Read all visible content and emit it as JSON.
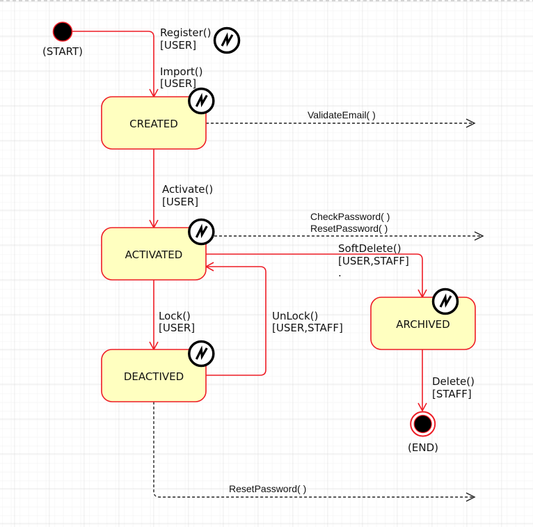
{
  "diagram": {
    "kind": "UML state machine",
    "start": {
      "label": "(START)"
    },
    "end": {
      "label": "(END)"
    },
    "states": {
      "created": {
        "label": "CREATED"
      },
      "activated": {
        "label": "ACTIVATED"
      },
      "deactived": {
        "label": "DEACTIVED"
      },
      "archived": {
        "label": "ARCHIVED"
      }
    },
    "transitions": {
      "register": {
        "from": "start",
        "to": "created",
        "event": "Register()",
        "guard": "[USER]"
      },
      "import": {
        "from": "start",
        "to": "created",
        "event": "Import()",
        "guard": "[USER]"
      },
      "activate": {
        "from": "created",
        "to": "activated",
        "event": "Activate()",
        "guard": "[USER]"
      },
      "lock": {
        "from": "activated",
        "to": "deactived",
        "event": "Lock()",
        "guard": "[USER]"
      },
      "unlock": {
        "from": "deactived",
        "to": "activated",
        "event": "UnLock()",
        "guard": "[USER,STAFF]"
      },
      "soft_delete": {
        "from": "activated",
        "to": "archived",
        "event": "SoftDelete()",
        "guard": "[USER,STAFF]",
        "extra": "."
      },
      "delete": {
        "from": "archived",
        "to": "end",
        "event": "Delete()",
        "guard": "[STAFF]"
      }
    },
    "internal_actions": {
      "created": [
        "ValidateEmail( )"
      ],
      "activated": [
        "CheckPassword( )",
        "ResetPassword( )"
      ],
      "deactived": [
        "ResetPassword( )"
      ]
    },
    "icons": {
      "trigger": "lightning-bolt-circle-icon",
      "start": "filled-circle-icon",
      "end": "bullseye-icon"
    },
    "colors": {
      "state_fill": "#ffffc0",
      "edge": "#ee1c25",
      "text": "#111111",
      "grid_major": "#d9d9d9",
      "grid_minor": "#f1f1f1"
    }
  }
}
